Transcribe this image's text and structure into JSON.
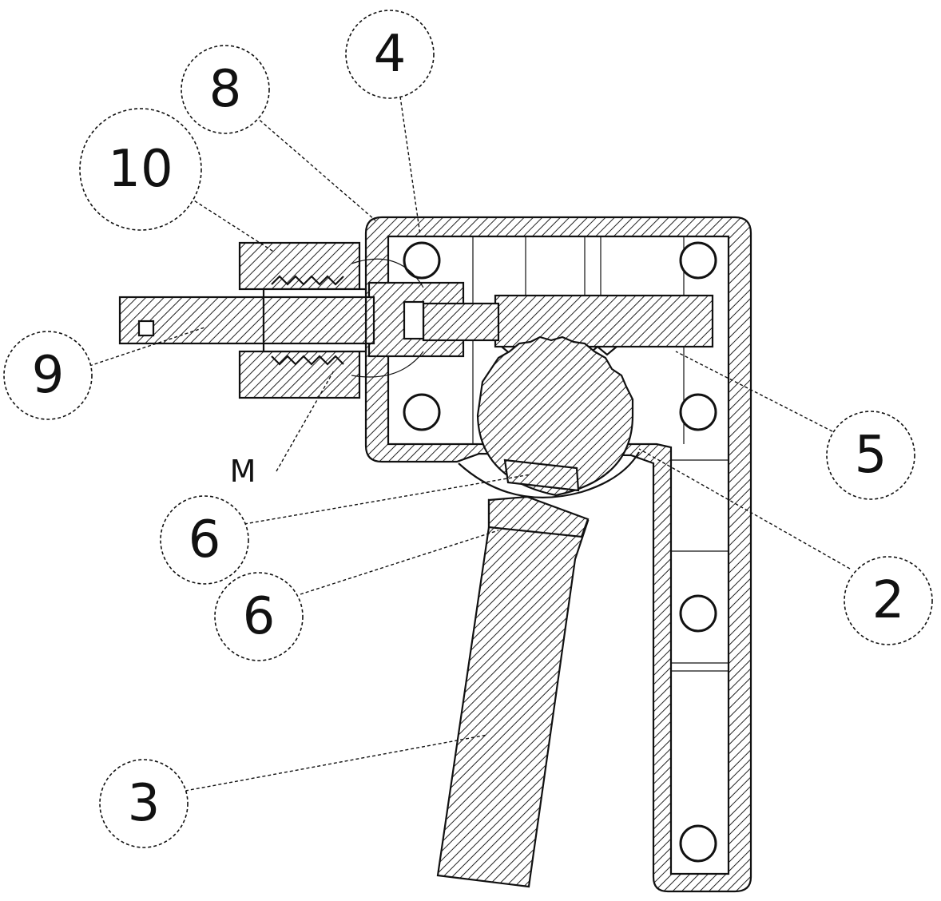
{
  "callouts": {
    "c4": "4",
    "c8": "8",
    "c10": "10",
    "c9": "9",
    "c5": "5",
    "c2": "2",
    "c6a": "6",
    "c6b": "6",
    "c3": "3",
    "m": "M"
  }
}
